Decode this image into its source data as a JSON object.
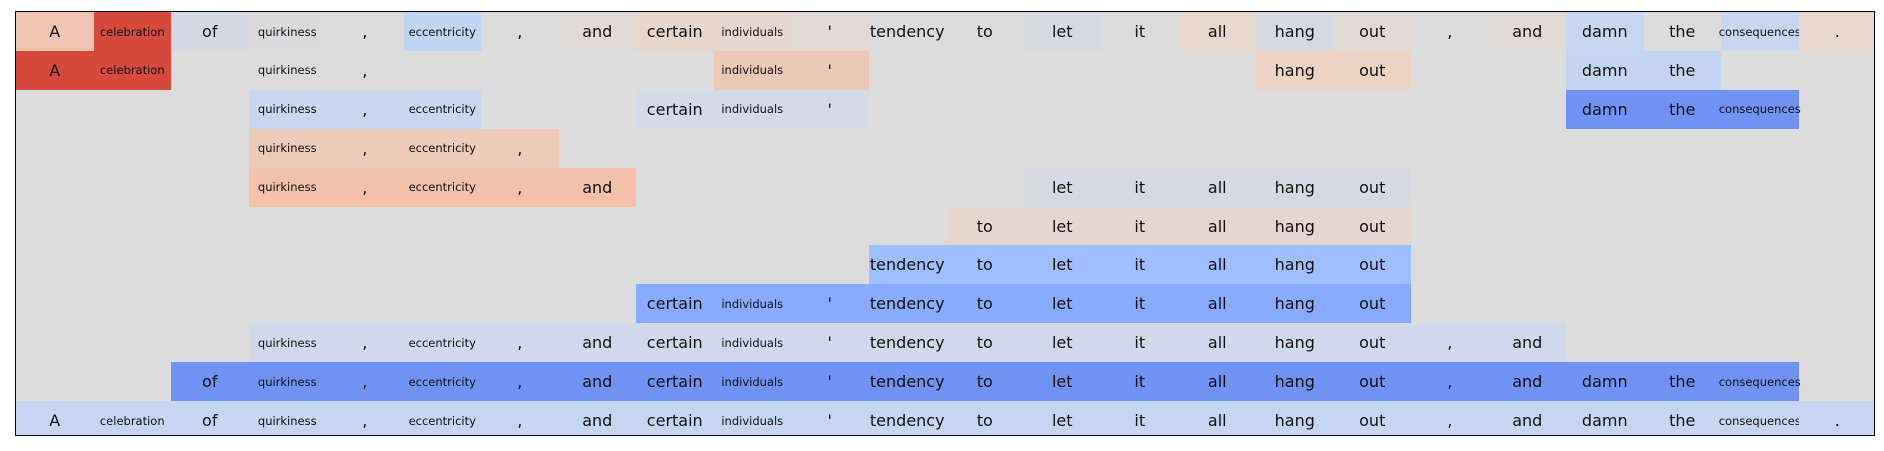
{
  "tokens": [
    "A",
    "celebration",
    "of",
    "quirkiness",
    ",",
    "eccentricity",
    ",",
    "and",
    "certain",
    "individuals",
    "'",
    "tendency",
    "to",
    "let",
    "it",
    "all",
    "hang",
    "out",
    ",",
    "and",
    "damn",
    "the",
    "consequences",
    "."
  ],
  "small_tokens": [
    "celebration",
    "quirkiness",
    "eccentricity",
    "individuals",
    "consequences"
  ],
  "rows": [
    {
      "cells": {
        "0": "#efc5b0",
        "1": "#d5493f",
        "2": "#d4d8e2",
        "3": "#dad9db",
        "4": "#dcdbdc",
        "5": "#c0d4f4",
        "6": "#dcdbdc",
        "7": "#e1d9d4",
        "8": "#e7d6cb",
        "9": "#e4d7cf",
        "10": "#e1d9d4",
        "11": "#dcdbdc",
        "12": "#dcdbdc",
        "13": "#d6dae0",
        "14": "#dcdbdc",
        "15": "#e6d8cf",
        "16": "#d6dae0",
        "17": "#e1d9d4",
        "18": "#dcdbdc",
        "19": "#e1d9d4",
        "20": "#c7d7f0",
        "21": "#dcdbdc",
        "22": "#c7d7f0",
        "23": "#e6d8cf"
      }
    },
    {
      "cells": {
        "0": "#d5493f",
        "1": "#d5493f",
        "3": "#dcdbdc",
        "4": "#dcdbdc",
        "9": "#ecc9b7",
        "10": "#ecc9b7",
        "16": "#ecd3c4",
        "17": "#ecd3c4",
        "20": "#c4d5f3",
        "21": "#c4d5f3"
      }
    },
    {
      "cells": {
        "3": "#c9d7f0",
        "4": "#c9d7f0",
        "5": "#c9d7f0",
        "8": "#d4dbe6",
        "9": "#d4dbe6",
        "10": "#d4dbe6",
        "20": "#7093f3",
        "21": "#7093f3",
        "22": "#7093f3"
      }
    },
    {
      "cells": {
        "3": "#eecbb8",
        "4": "#eecbb8",
        "5": "#eecbb8",
        "6": "#eecbb8"
      }
    },
    {
      "cells": {
        "3": "#f4c2ab",
        "4": "#f4c2ab",
        "5": "#f4c2ab",
        "6": "#f4c2ab",
        "7": "#f4c2ab",
        "13": "#d6dae0",
        "14": "#d6dae0",
        "15": "#d6dae0",
        "16": "#d6dae0",
        "17": "#d6dae0"
      }
    },
    {
      "cells": {
        "12": "#e4d7cf",
        "13": "#e4d7cf",
        "14": "#e4d7cf",
        "15": "#e4d7cf",
        "16": "#e4d7cf",
        "17": "#e4d7cf"
      }
    },
    {
      "cells": {
        "11": "#9ebeff",
        "12": "#9ebeff",
        "13": "#9ebeff",
        "14": "#9ebeff",
        "15": "#9ebeff",
        "16": "#9ebeff",
        "17": "#9ebeff"
      }
    },
    {
      "cells": {
        "8": "#88abfd",
        "9": "#88abfd",
        "10": "#88abfd",
        "11": "#88abfd",
        "12": "#88abfd",
        "13": "#88abfd",
        "14": "#88abfd",
        "15": "#88abfd",
        "16": "#88abfd",
        "17": "#88abfd"
      }
    },
    {
      "cells": {
        "3": "#cfd9ea",
        "4": "#cfd9ea",
        "5": "#cfd9ea",
        "6": "#cfd9ea",
        "7": "#cfd9ea",
        "8": "#cfd9ea",
        "9": "#cfd9ea",
        "10": "#cfd9ea",
        "11": "#cfd9ea",
        "12": "#cfd9ea",
        "13": "#cfd9ea",
        "14": "#cfd9ea",
        "15": "#cfd9ea",
        "16": "#cfd9ea",
        "17": "#cfd9ea",
        "18": "#cfd9ea",
        "19": "#cfd9ea"
      }
    },
    {
      "cells": {
        "2": "#7093f3",
        "3": "#7093f3",
        "4": "#7093f3",
        "5": "#7093f3",
        "6": "#7093f3",
        "7": "#7093f3",
        "8": "#7093f3",
        "9": "#7093f3",
        "10": "#7093f3",
        "11": "#7093f3",
        "12": "#7093f3",
        "13": "#7093f3",
        "14": "#7093f3",
        "15": "#7093f3",
        "16": "#7093f3",
        "17": "#7093f3",
        "18": "#7093f3",
        "19": "#7093f3",
        "20": "#7093f3",
        "21": "#7093f3",
        "22": "#7093f3"
      }
    },
    {
      "cells": {
        "0": "#c5d6f2",
        "1": "#c5d6f2",
        "2": "#c5d6f2",
        "3": "#c5d6f2",
        "4": "#c5d6f2",
        "5": "#c5d6f2",
        "6": "#c5d6f2",
        "7": "#c5d6f2",
        "8": "#c5d6f2",
        "9": "#c5d6f2",
        "10": "#c5d6f2",
        "11": "#c5d6f2",
        "12": "#c5d6f2",
        "13": "#c5d6f2",
        "14": "#c5d6f2",
        "15": "#c5d6f2",
        "16": "#c5d6f2",
        "17": "#c5d6f2",
        "18": "#c5d6f2",
        "19": "#c5d6f2",
        "20": "#c5d6f2",
        "21": "#c5d6f2",
        "22": "#c5d6f2",
        "23": "#c5d6f2"
      }
    }
  ]
}
